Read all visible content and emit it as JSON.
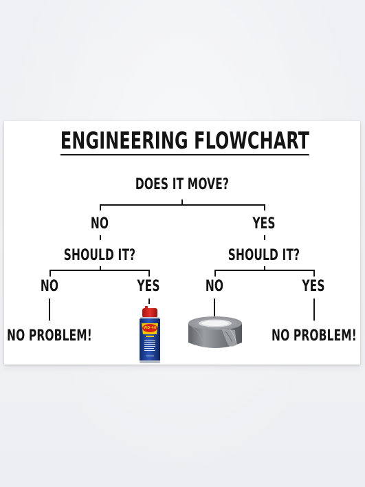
{
  "diagram": {
    "title": "ENGINEERING FLOWCHART",
    "root_question": "DOES IT MOVE?",
    "left_branch": {
      "answer": "NO",
      "question": "SHOULD IT?",
      "no": {
        "answer": "NO",
        "result": "NO PROBLEM!"
      },
      "yes": {
        "answer": "YES",
        "result_icon": "wd40-can-icon",
        "can_label": "WD-40"
      }
    },
    "right_branch": {
      "answer": "YES",
      "question": "SHOULD IT?",
      "no": {
        "answer": "NO",
        "result_icon": "duct-tape-roll-icon"
      },
      "yes": {
        "answer": "YES",
        "result": "NO PROBLEM!"
      }
    },
    "colors": {
      "ink": "#141414",
      "poster": "#ffffff",
      "wall": "#eef0f3",
      "can_blue": "#1c3f95",
      "can_yellow": "#f4c400",
      "can_red": "#d6201f",
      "tape_gray": "#7d8084"
    }
  }
}
